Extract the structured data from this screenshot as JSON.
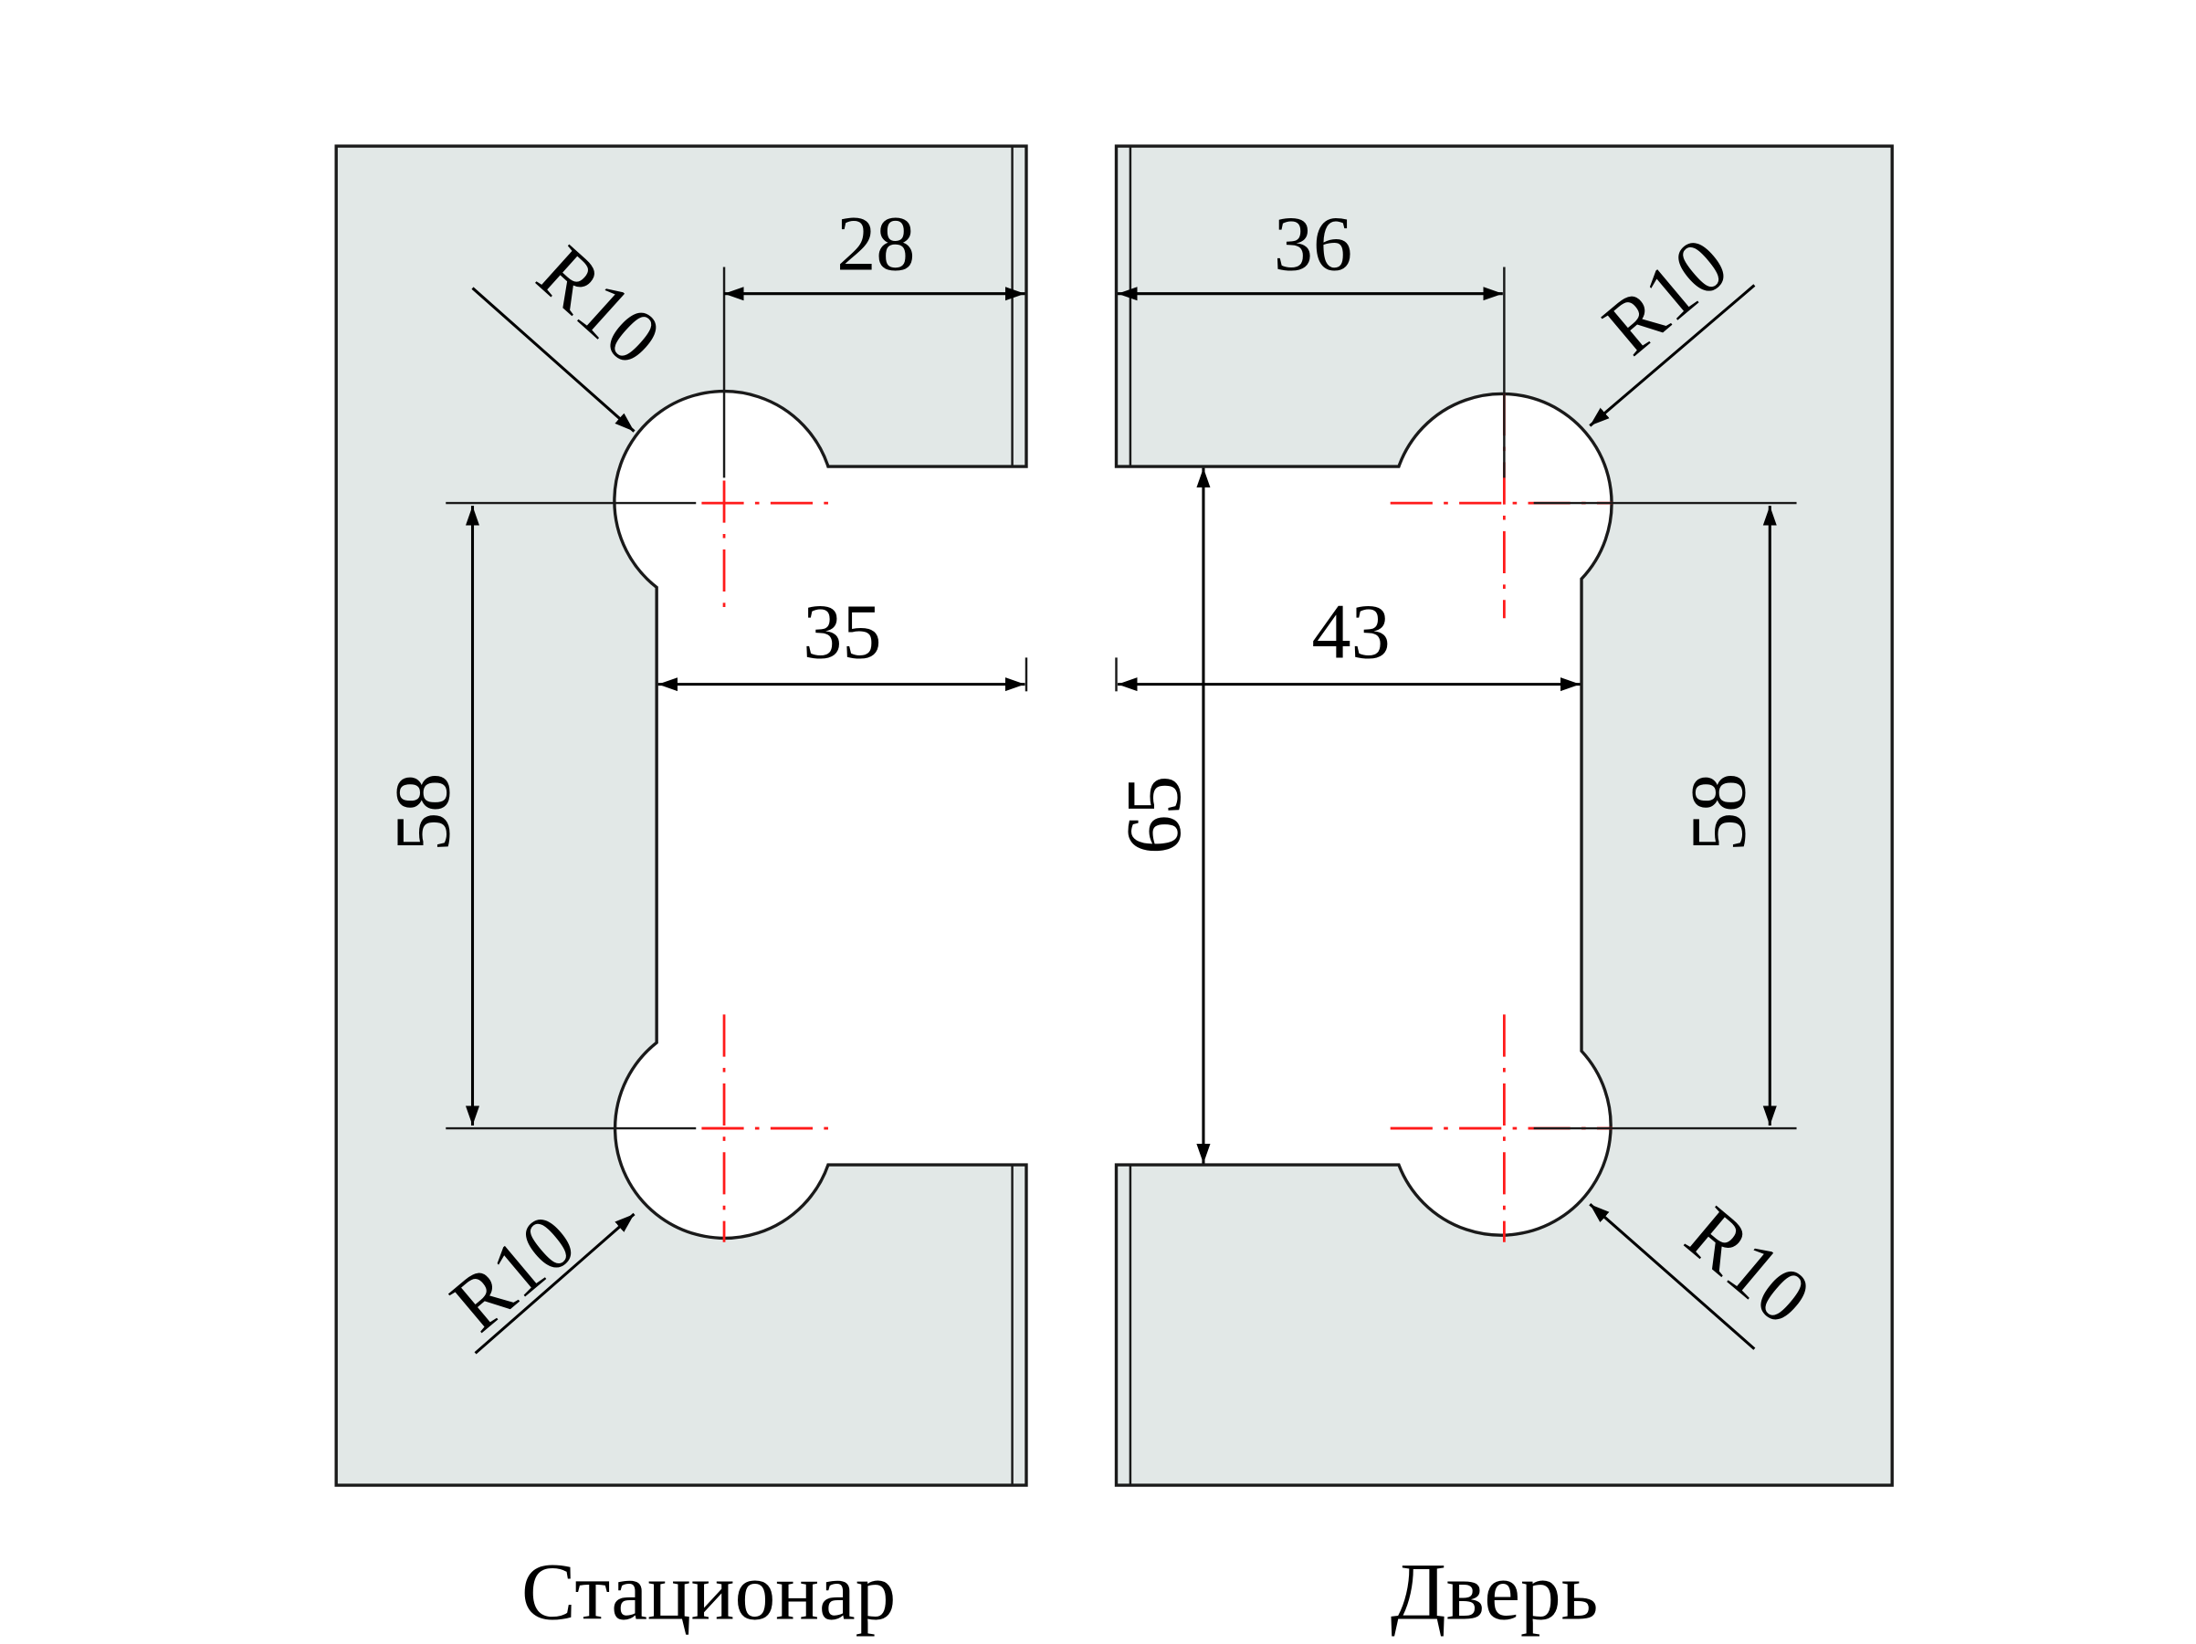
{
  "stationary": {
    "label": "Стационар",
    "dim_top": "28",
    "dim_middle": "35",
    "dim_height": "58",
    "radius_top": "R10",
    "radius_bottom": "R10"
  },
  "door": {
    "label": "Дверь",
    "dim_top": "36",
    "dim_middle": "43",
    "dim_opening": "65",
    "dim_height": "58",
    "radius_top": "R10",
    "radius_bottom": "R10"
  },
  "colors": {
    "plate": "#e2e8e7",
    "centerline": "#ff1a1a",
    "line": "#000000"
  }
}
